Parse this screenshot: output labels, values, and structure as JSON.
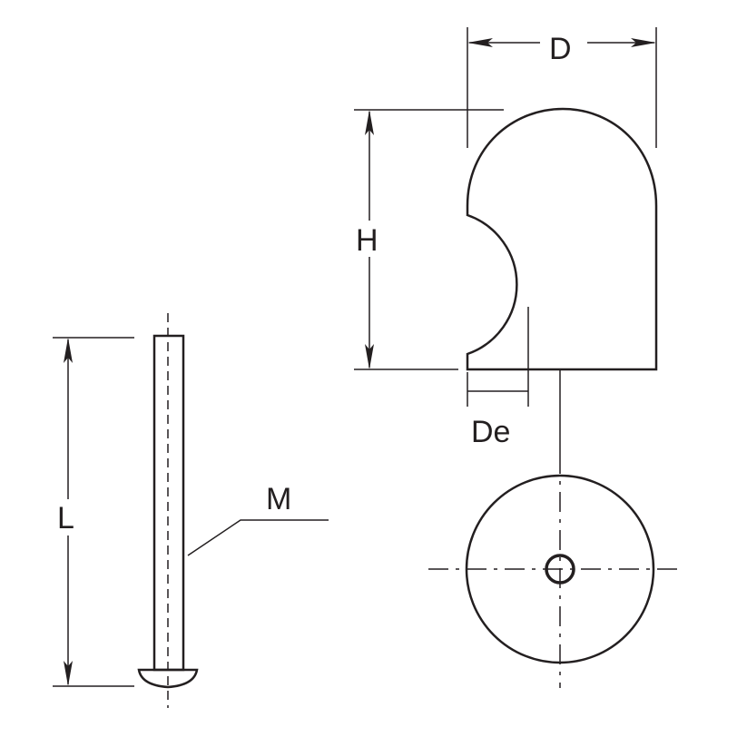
{
  "labels": {
    "D": "D",
    "H": "H",
    "De": "De",
    "L": "L",
    "M": "M"
  },
  "colors": {
    "line": "#231f20",
    "background": "#ffffff"
  }
}
